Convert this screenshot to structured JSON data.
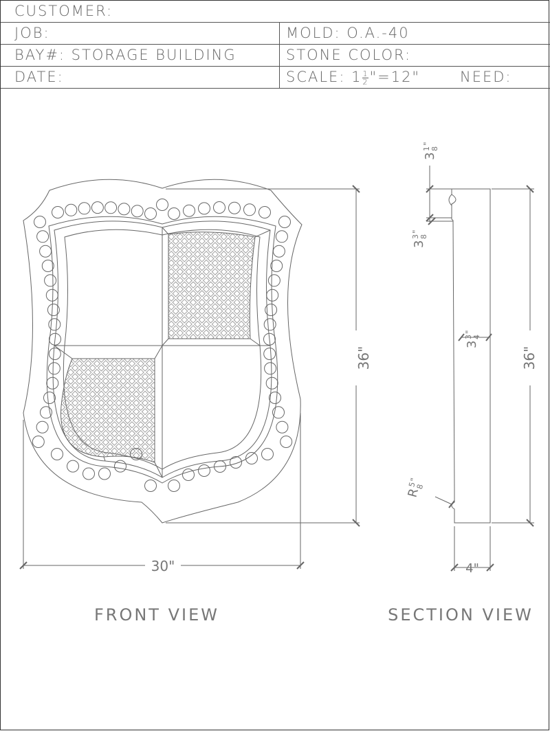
{
  "title_block": {
    "customer": "CUSTOMER:",
    "job": "JOB:",
    "mold": "MOLD: O.A.-40",
    "bay": "BAY#: STORAGE BUILDING",
    "stone_color": "STONE COLOR:",
    "date": "DATE:",
    "scale_prefix": "SCALE: 1",
    "scale_num": "1",
    "scale_den": "2",
    "scale_suffix": "\"=12\"",
    "need": "NEED:"
  },
  "front_view": {
    "label": "FRONT VIEW",
    "height_dim": "36\"",
    "width_dim": "30\""
  },
  "section_view": {
    "label": "SECTION VIEW",
    "height_dim": "36\"",
    "depth_dim": "4\"",
    "top_dim": "3",
    "top_dim_num": "1",
    "top_dim_den": "8",
    "mid_dim": "3",
    "mid_dim_num": "3",
    "mid_dim_den": "8",
    "width_dim": "3",
    "width_dim_num": "3",
    "width_dim_den": "4",
    "radius_prefix": "R",
    "radius_num": "5",
    "radius_den": "8",
    "inch_mark": "\""
  }
}
